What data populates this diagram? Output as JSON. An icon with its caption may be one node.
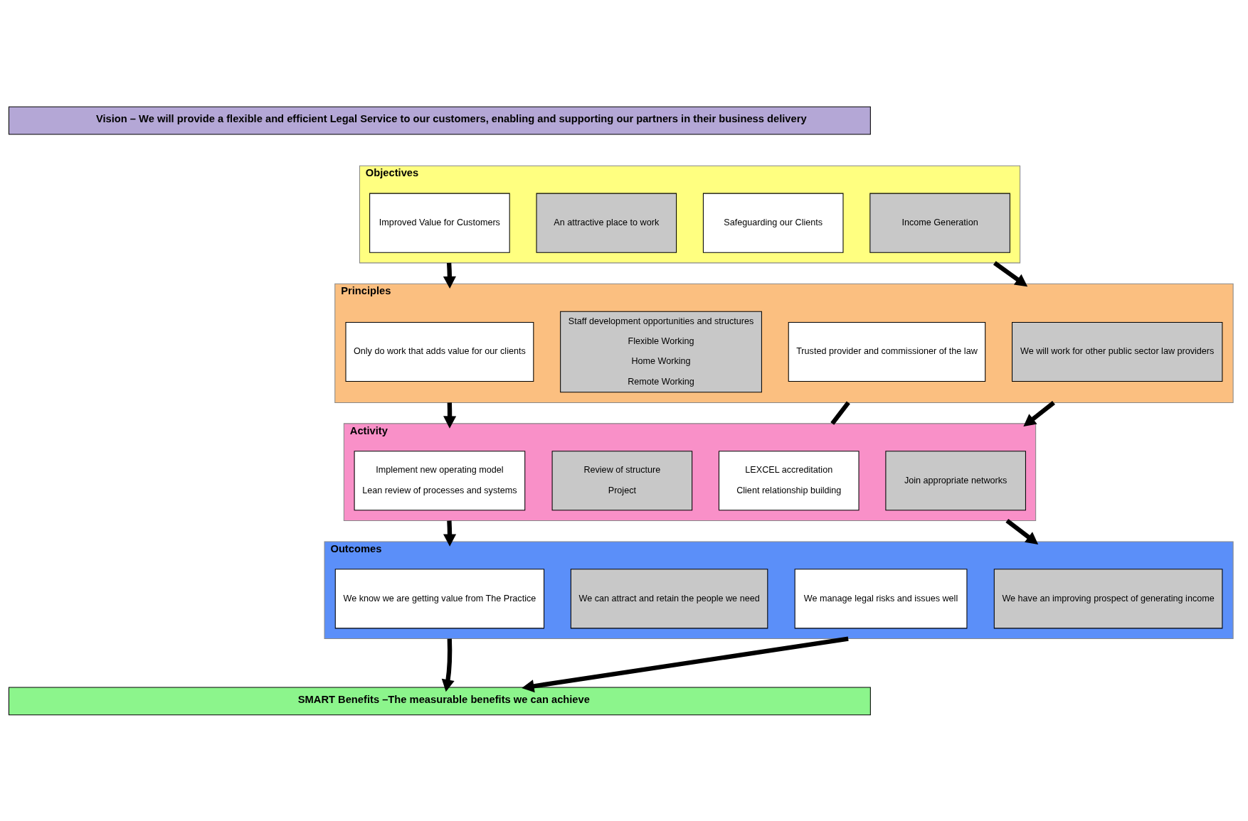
{
  "diagram": {
    "nodes": [
      {
        "text": [
          "Vision – We will provide a flexible and efficient Legal Service to our customers, enabling and supporting our partners in their business delivery"
        ]
      },
      {
        "text": [
          "Objectives"
        ]
      },
      {
        "text": [
          "Improved Value for Customers"
        ],
        "in": 1
      },
      {
        "text": [
          "An attractive place to work"
        ],
        "in": 1
      },
      {
        "text": [
          "Safeguarding our Clients"
        ],
        "in": 1
      },
      {
        "text": [
          "Income Generation"
        ],
        "in": 1
      },
      {
        "text": [
          "Principles"
        ]
      },
      {
        "text": [
          "Only do work that adds value for our clients"
        ],
        "in": 6
      },
      {
        "text": [
          "Staff development opportunities and structures",
          "Flexible Working",
          "Home Working",
          "Remote Working"
        ],
        "in": 6
      },
      {
        "text": [
          "Trusted provider and commissioner of the law"
        ],
        "in": 6
      },
      {
        "text": [
          "We will work for other public sector law providers"
        ],
        "in": 6
      },
      {
        "text": [
          "Activity"
        ]
      },
      {
        "text": [
          "Implement new operating model",
          "Lean review of processes and systems"
        ],
        "in": 11
      },
      {
        "text": [
          "Review of structure",
          "Project"
        ],
        "in": 11
      },
      {
        "text": [
          "LEXCEL accreditation",
          "Client relationship building"
        ],
        "in": 11
      },
      {
        "text": [
          "Join appropriate networks"
        ],
        "in": 11
      },
      {
        "text": [
          "Outcomes"
        ]
      },
      {
        "text": [
          "We know we are getting value from The Practice"
        ],
        "in": 16
      },
      {
        "text": [
          "We can attract and retain the people we need"
        ],
        "in": 16
      },
      {
        "text": [
          "We manage legal risks and issues well"
        ],
        "in": 16
      },
      {
        "text": [
          "We have an improving prospect of generating income"
        ],
        "in": 16
      },
      {
        "text": [
          "SMART Benefits –The measurable benefits we can achieve"
        ]
      }
    ],
    "edges": [
      {
        "from": 1,
        "to": 6,
        "arrow": "to"
      },
      {
        "from": 1,
        "to": 6,
        "arrow": "to"
      },
      {
        "from": 6,
        "to": 11,
        "arrow": "to"
      },
      {
        "from": 6,
        "to": 11,
        "arrow": "none"
      },
      {
        "from": 6,
        "to": 11,
        "arrow": "to"
      },
      {
        "from": 11,
        "to": 16,
        "arrow": "to"
      },
      {
        "from": 11,
        "to": 16,
        "arrow": "to"
      },
      {
        "from": 16,
        "to": 21,
        "arrow": "to"
      },
      {
        "from": 16,
        "to": 21,
        "arrow": "to"
      }
    ]
  }
}
